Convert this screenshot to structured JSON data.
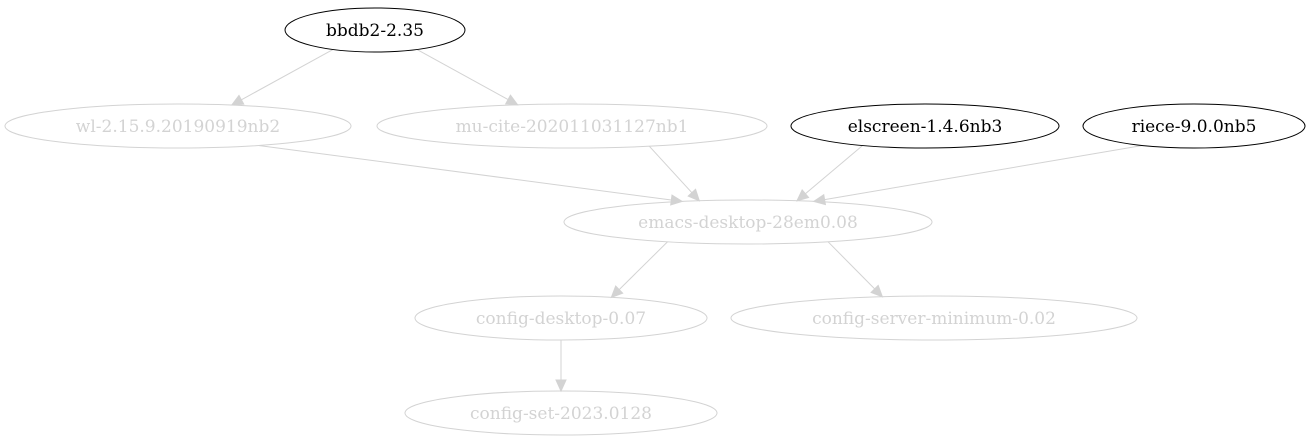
{
  "colors": {
    "active": "#000000",
    "inactive": "#d3d3d3",
    "background": "#ffffff"
  },
  "nodes": [
    {
      "id": "bbdb2",
      "label": "bbdb2-2.35",
      "state": "active"
    },
    {
      "id": "wl",
      "label": "wl-2.15.9.20190919nb2",
      "state": "inactive"
    },
    {
      "id": "mucite",
      "label": "mu-cite-202011031127nb1",
      "state": "inactive"
    },
    {
      "id": "elscreen",
      "label": "elscreen-1.4.6nb3",
      "state": "active"
    },
    {
      "id": "riece",
      "label": "riece-9.0.0nb5",
      "state": "active"
    },
    {
      "id": "emacsdesktop",
      "label": "emacs-desktop-28em0.08",
      "state": "inactive"
    },
    {
      "id": "configdesktop",
      "label": "config-desktop-0.07",
      "state": "inactive"
    },
    {
      "id": "configserver",
      "label": "config-server-minimum-0.02",
      "state": "inactive"
    },
    {
      "id": "configset",
      "label": "config-set-2023.0128",
      "state": "inactive"
    }
  ],
  "edges": [
    {
      "from": "bbdb2",
      "to": "wl"
    },
    {
      "from": "bbdb2",
      "to": "mucite"
    },
    {
      "from": "wl",
      "to": "emacsdesktop"
    },
    {
      "from": "mucite",
      "to": "emacsdesktop"
    },
    {
      "from": "elscreen",
      "to": "emacsdesktop"
    },
    {
      "from": "riece",
      "to": "emacsdesktop"
    },
    {
      "from": "emacsdesktop",
      "to": "configdesktop"
    },
    {
      "from": "emacsdesktop",
      "to": "configserver"
    },
    {
      "from": "configdesktop",
      "to": "configset"
    }
  ]
}
